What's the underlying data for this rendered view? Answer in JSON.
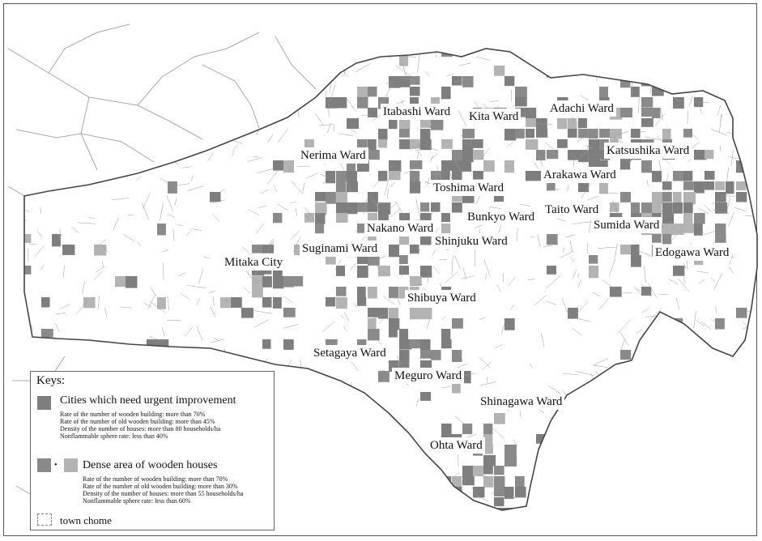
{
  "colors": {
    "urgent": "#7e7e7e",
    "dense_dark": "#8a8a8a",
    "dense_light": "#b3b3b3",
    "background": "#ffffff",
    "boundary": "#9a9a9a"
  },
  "map": {
    "wards": [
      "Itabashi Ward",
      "Kita Ward",
      "Adachi Ward",
      "Nerima Ward",
      "Katsushika Ward",
      "Arakawa Ward",
      "Toshima Ward",
      "Taito Ward",
      "Bunkyo Ward",
      "Nakano Ward",
      "Sumida Ward",
      "Shinjuku Ward",
      "Suginami Ward",
      "Edogawa Ward",
      "Mitaka City",
      "Shibuya Ward",
      "Setagaya Ward",
      "Meguro Ward",
      "Shinagawa Ward",
      "Ohta Ward"
    ]
  },
  "legend": {
    "title": "Keys:",
    "urgent": {
      "label": "Cities which need urgent improvement",
      "criteria": [
        "Rate of the number of wooden building: more than 70%",
        "Rate of the number of old wooden building: more than 45%",
        "Density of the number of houses: more than 80 households/ha",
        "Nonflammable sphere rate: less than 40%"
      ]
    },
    "dense": {
      "separator": "•",
      "label": "Dense area of wooden houses",
      "criteria": [
        "Rate of the number of wooden building: more than 70%",
        "Rate of the number of old wooden building: more than 30%",
        "Density of the number of houses: more than 55 households/ha",
        "Nonflammable sphere rate: less than 60%"
      ]
    },
    "town": {
      "label": "town  chome"
    }
  }
}
